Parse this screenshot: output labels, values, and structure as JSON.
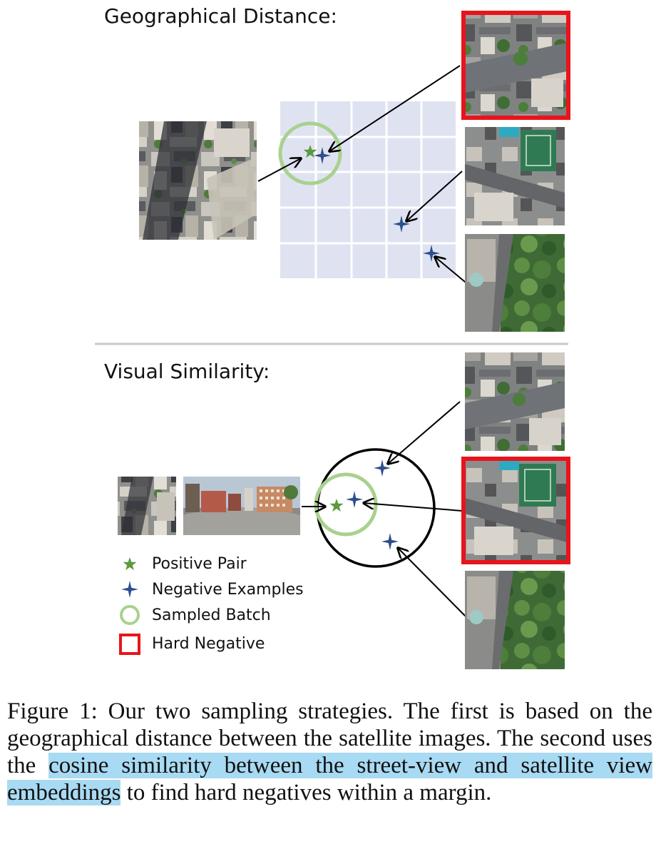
{
  "figure": {
    "geo_title": "Geographical Distance:",
    "vis_title": "Visual Similarity:",
    "legend": {
      "positive": "Positive Pair",
      "negative": "Negative Examples",
      "batch": "Sampled Batch",
      "hard": "Hard Negative"
    }
  },
  "colors": {
    "positive_star": "#5b9a3f",
    "negative_star": "#2d4f8e",
    "batch_circle": "#a9d18e",
    "hard_negative": "#e8141c",
    "grid_bg": "#dfe3f1"
  },
  "caption": {
    "part1": "Figure 1: Our two sampling strategies. The first is based on the geographical distance between the satellite images. The second uses the ",
    "highlight": "cosine similarity between the street-view and satellite view embeddings",
    "part2": " to find hard negatives within a margin."
  }
}
